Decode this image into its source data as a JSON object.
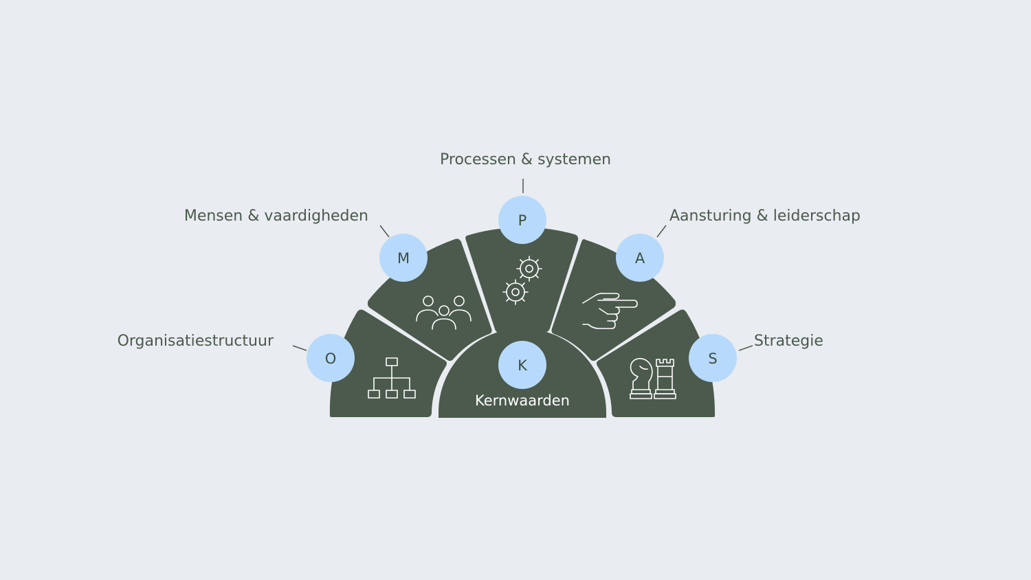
{
  "colors": {
    "background": "#e9ecf0",
    "segment": "#4b5a4d",
    "badge": "#b7dafc",
    "text": "#4a5a4c"
  },
  "center": {
    "letter": "K",
    "label": "Kernwaarden"
  },
  "segments": [
    {
      "key": "O",
      "letter": "O",
      "label": "Organisatiestructuur",
      "icon": "org-chart-icon"
    },
    {
      "key": "M",
      "letter": "M",
      "label": "Mensen & vaardigheden",
      "icon": "people-icon"
    },
    {
      "key": "P",
      "letter": "P",
      "label": "Processen & systemen",
      "icon": "gears-icon"
    },
    {
      "key": "A",
      "letter": "A",
      "label": "Aansturing & leiderschap",
      "icon": "pointing-hand-icon"
    },
    {
      "key": "S",
      "letter": "S",
      "label": "Strategie",
      "icon": "chess-icon"
    }
  ]
}
